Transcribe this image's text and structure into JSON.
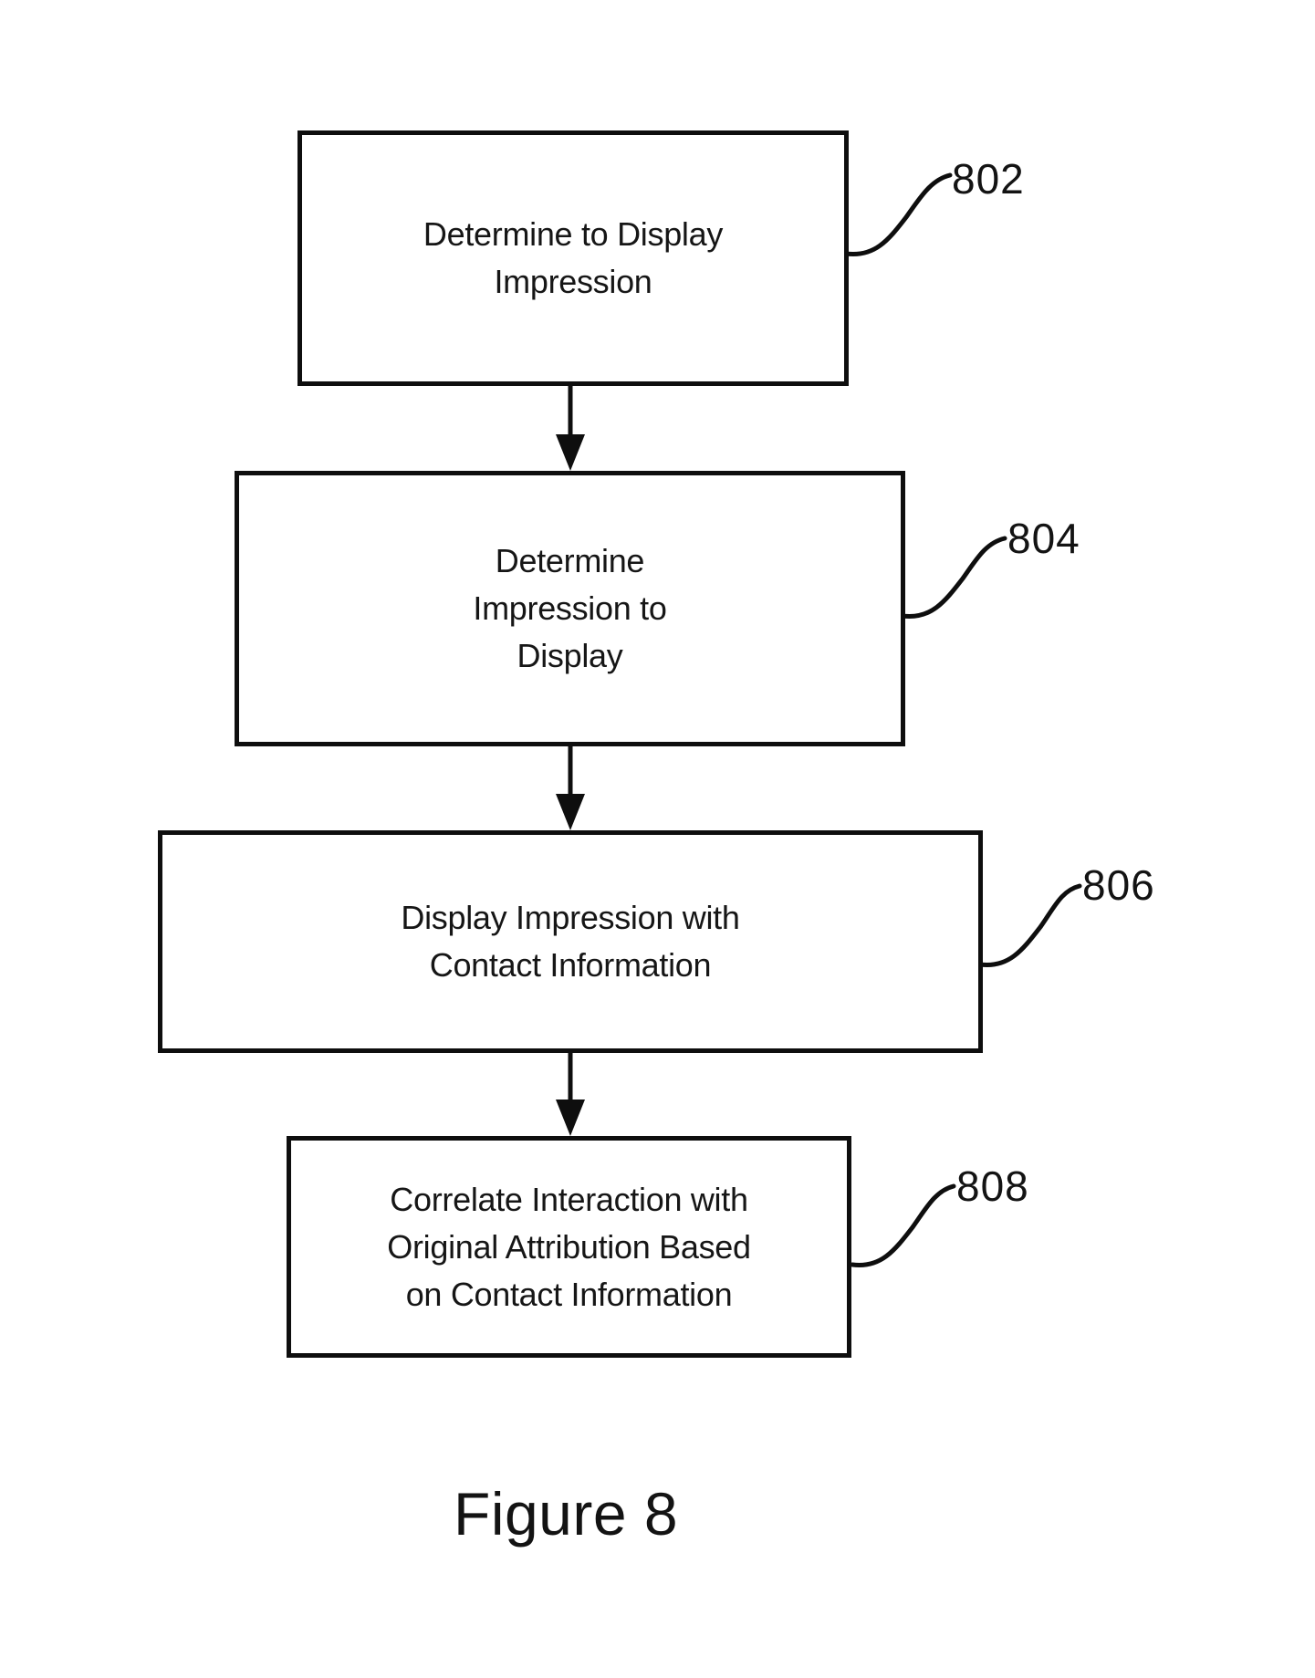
{
  "figure": {
    "caption": "Figure 8",
    "ink_color": "#0e0e0e",
    "background_color": "#ffffff"
  },
  "flowchart": {
    "boxes": [
      {
        "ref": "802",
        "lines": [
          "Determine to Display",
          "Impression"
        ]
      },
      {
        "ref": "804",
        "lines": [
          "Determine",
          "Impression to",
          "Display"
        ]
      },
      {
        "ref": "806",
        "lines": [
          "Display Impression with",
          "Contact Information"
        ]
      },
      {
        "ref": "808",
        "lines": [
          "Correlate Interaction with",
          "Original Attribution Based",
          "on Contact Information"
        ]
      }
    ],
    "connectors": [
      {
        "from": "802",
        "to": "804",
        "style": "arrow-down"
      },
      {
        "from": "804",
        "to": "806",
        "style": "arrow-down"
      },
      {
        "from": "806",
        "to": "808",
        "style": "arrow-down"
      }
    ]
  }
}
